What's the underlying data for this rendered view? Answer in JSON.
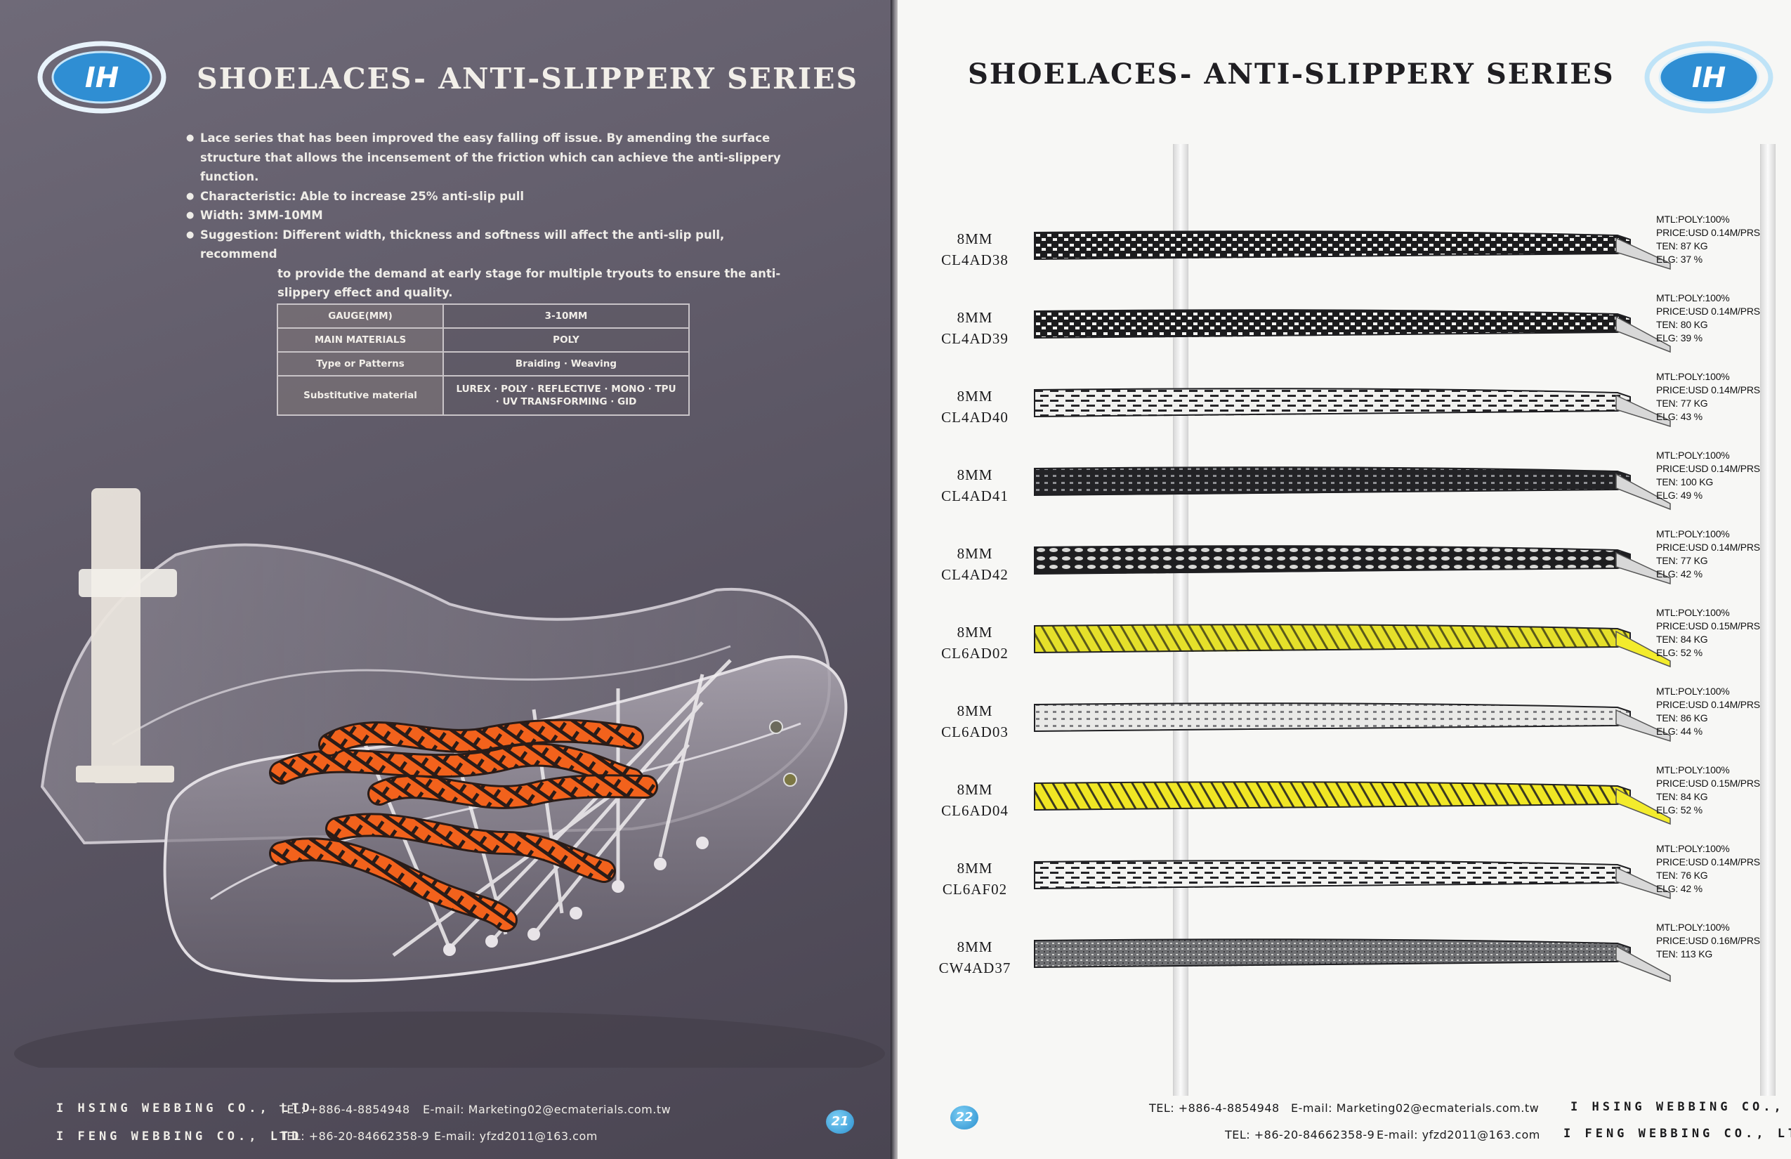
{
  "left_page": {
    "title": "SHOELACES- ANTI-SLIPPERY SERIES",
    "bullets": [
      {
        "lines": [
          "Lace series that has been improved the easy falling off issue. By amending the surface",
          "structure that allows the incensement of the friction which can achieve the anti-slippery",
          "function."
        ]
      },
      {
        "lines": [
          "Characteristic: Able to increase 25% anti-slip pull"
        ]
      },
      {
        "lines": [
          "Width: 3MM-10MM"
        ]
      },
      {
        "lines": [
          "Suggestion: Different width, thickness and softness will affect the anti-slip pull, recommend",
          "to provide the demand at early stage for multiple tryouts to ensure the anti-",
          "slippery effect and quality."
        ]
      }
    ],
    "spec_table": [
      {
        "key": "GAUGE(MM)",
        "value": "3-10MM"
      },
      {
        "key": "MAIN MATERIALS",
        "value": "POLY"
      },
      {
        "key": "Type or Patterns",
        "value": "Braiding · Weaving"
      },
      {
        "key": "Substitutive material",
        "value": "LUREX · POLY · REFLECTIVE · MONO · TPU\n· UV TRANSFORMING · GID"
      }
    ],
    "footer": {
      "company_1": "I HSING WEBBING CO., LTD",
      "company_2": "I FENG WEBBING CO., LTD",
      "tel_1": "TEL: +886-4-8854948",
      "email_1": "E-mail: Marketing02@ecmaterials.com.tw",
      "tel_2": "TEL: +86-20-84662358-9",
      "email_2": "E-mail: yfzd2011@163.com",
      "page_number": "21"
    },
    "logo_text": "IH"
  },
  "right_page": {
    "title": "SHOELACES- ANTI-SLIPPERY SERIES",
    "logo_text": "IH",
    "items": [
      {
        "size": "8MM",
        "code": "CL4AD38",
        "spec": [
          "MTL:POLY:100%",
          "PRICE:USD 0.14M/PRS",
          "TEN: 87 KG",
          "ELG: 37 %"
        ],
        "pattern": "checker",
        "c1": "#1c1c1e",
        "c2": "#f4f4f2"
      },
      {
        "size": "8MM",
        "code": "CL4AD39",
        "spec": [
          "MTL:POLY:100%",
          "PRICE:USD 0.14M/PRS",
          "TEN: 80 KG",
          "ELG: 39 %"
        ],
        "pattern": "checker",
        "c1": "#1c1c1e",
        "c2": "#f4f4f2"
      },
      {
        "size": "8MM",
        "code": "CL4AD40",
        "spec": [
          "MTL:POLY:100%",
          "PRICE:USD 0.14M/PRS",
          "TEN: 77 KG",
          "ELG: 43 %"
        ],
        "pattern": "dash",
        "c1": "#262528",
        "c2": "#f1f1ef"
      },
      {
        "size": "8MM",
        "code": "CL4AD41",
        "spec": [
          "MTL:POLY:100%",
          "PRICE:USD 0.14M/PRS",
          "TEN: 100 KG",
          "ELG: 49 %"
        ],
        "pattern": "dots",
        "c1": "#232326",
        "c2": "#8e8f93"
      },
      {
        "size": "8MM",
        "code": "CL4AD42",
        "spec": [
          "MTL:POLY:100%",
          "PRICE:USD 0.14M/PRS",
          "TEN: 77 KG",
          "ELG: 42 %"
        ],
        "pattern": "mesh",
        "c1": "#1e1e20",
        "c2": "#d8d8d6"
      },
      {
        "size": "8MM",
        "code": "CL6AD02",
        "spec": [
          "MTL:POLY:100%",
          "PRICE:USD 0.15M/PRS",
          "TEN: 84 KG",
          "ELG: 52 %"
        ],
        "pattern": "diagonal",
        "c1": "#e5e02a",
        "c2": "#5a5a1a"
      },
      {
        "size": "8MM",
        "code": "CL6AD03",
        "spec": [
          "MTL:POLY:100%",
          "PRICE:USD 0.14M/PRS",
          "TEN: 86 KG",
          "ELG: 44 %"
        ],
        "pattern": "dots",
        "c1": "#e9e9e7",
        "c2": "#7d7d80"
      },
      {
        "size": "8MM",
        "code": "CL6AD04",
        "spec": [
          "MTL:POLY:100%",
          "PRICE:USD 0.15M/PRS",
          "TEN: 84 KG",
          "ELG: 52 %"
        ],
        "pattern": "diagonal",
        "c1": "#f0e624",
        "c2": "#3b3a20"
      },
      {
        "size": "8MM",
        "code": "CL6AF02",
        "spec": [
          "MTL:POLY:100%",
          "PRICE:USD 0.14M/PRS",
          "TEN: 76 KG",
          "ELG: 42 %"
        ],
        "pattern": "dash",
        "c1": "#242427",
        "c2": "#f3f3f1"
      },
      {
        "size": "8MM",
        "code": "CW4AD37",
        "spec": [
          "MTL:POLY:100%",
          "PRICE:USD 0.16M/PRS",
          "TEN: 113 KG",
          ""
        ],
        "pattern": "heather",
        "c1": "#6f7073",
        "c2": "#cfcfcd"
      }
    ],
    "footer": {
      "tel_1": "TEL: +886-4-8854948",
      "email_1": "E-mail: Marketing02@ecmaterials.com.tw",
      "tel_2": "TEL: +86-20-84662358-9",
      "email_2": "E-mail: yfzd2011@163.com",
      "company_1": "I HSING WEBBING CO., LTD",
      "company_2": "I FENG WEBBING CO., LTD",
      "page_number": "22"
    }
  },
  "colors": {
    "left_bg": "#5d5866",
    "right_bg": "#f7f7f5",
    "lace_orange": "#f2621c",
    "accent_blue": "#2a8fce"
  }
}
